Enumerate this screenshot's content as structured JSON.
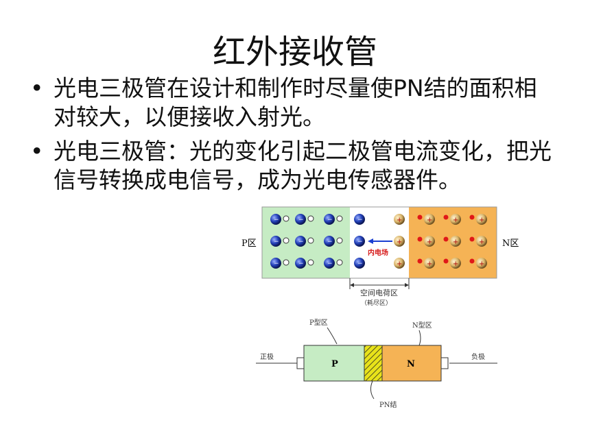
{
  "slide": {
    "title": "红外接收管",
    "bullets": [
      "光电三极管在设计和制作时尽量使PN结的面积相对较大，以便接收入射光。",
      "光电三极管：光的变化引起二极管电流变化，把光信号转换成电信号，成为光电传感器件。"
    ]
  },
  "diagram_top": {
    "p_label": "P区",
    "n_label": "N区",
    "field_label": "内电场",
    "depletion_label": "空间电荷区",
    "depletion_sub": "（耗尽区）",
    "colors": {
      "p_region": "#c6ecc4",
      "n_region": "#f5b355",
      "middle": "#ffffff",
      "arrow": "#1a3fd1",
      "field_text": "#d61a1a"
    }
  },
  "diagram_bottom": {
    "p_type_label": "P型区",
    "n_type_label": "N型区",
    "p_text": "P",
    "n_text": "N",
    "anode_label": "正极",
    "cathode_label": "负极",
    "junction_label": "PN结",
    "colors": {
      "p_region": "#c6ecc4",
      "n_region": "#f5b355",
      "junction": "#e8e21a"
    }
  }
}
